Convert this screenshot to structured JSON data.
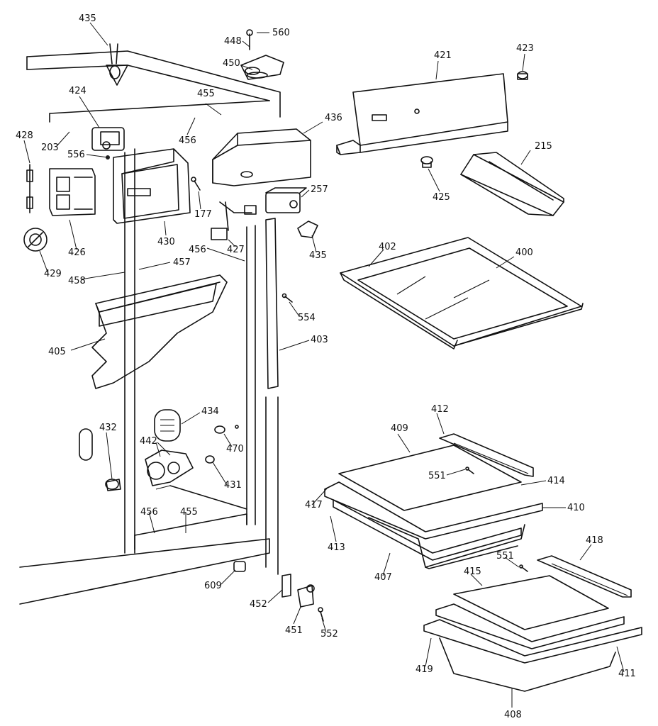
{
  "diagram": {
    "labels": [
      {
        "id": "l435a",
        "text": "435"
      },
      {
        "id": "l448",
        "text": "448"
      },
      {
        "id": "l560",
        "text": "560"
      },
      {
        "id": "l450",
        "text": "450"
      },
      {
        "id": "l421",
        "text": "421"
      },
      {
        "id": "l423",
        "text": "423"
      },
      {
        "id": "l424",
        "text": "424"
      },
      {
        "id": "l455a",
        "text": "455"
      },
      {
        "id": "l436",
        "text": "436"
      },
      {
        "id": "l428",
        "text": "428"
      },
      {
        "id": "l203",
        "text": "203"
      },
      {
        "id": "l456a",
        "text": "456"
      },
      {
        "id": "l556",
        "text": "556"
      },
      {
        "id": "l215",
        "text": "215"
      },
      {
        "id": "l425",
        "text": "425"
      },
      {
        "id": "l257",
        "text": "257"
      },
      {
        "id": "l177",
        "text": "177"
      },
      {
        "id": "l426",
        "text": "426"
      },
      {
        "id": "l430",
        "text": "430"
      },
      {
        "id": "l427",
        "text": "427"
      },
      {
        "id": "l456b",
        "text": "456"
      },
      {
        "id": "l435b",
        "text": "435"
      },
      {
        "id": "l429",
        "text": "429"
      },
      {
        "id": "l402",
        "text": "402"
      },
      {
        "id": "l400",
        "text": "400"
      },
      {
        "id": "l458",
        "text": "458"
      },
      {
        "id": "l457",
        "text": "457"
      },
      {
        "id": "l554",
        "text": "554"
      },
      {
        "id": "l405",
        "text": "405"
      },
      {
        "id": "l403",
        "text": "403"
      },
      {
        "id": "l434",
        "text": "434"
      },
      {
        "id": "l412",
        "text": "412"
      },
      {
        "id": "l432",
        "text": "432"
      },
      {
        "id": "l409",
        "text": "409"
      },
      {
        "id": "l442",
        "text": "442"
      },
      {
        "id": "l470",
        "text": "470"
      },
      {
        "id": "l551a",
        "text": "551"
      },
      {
        "id": "l414",
        "text": "414"
      },
      {
        "id": "l431",
        "text": "431"
      },
      {
        "id": "l417",
        "text": "417"
      },
      {
        "id": "l410",
        "text": "410"
      },
      {
        "id": "l456c",
        "text": "456"
      },
      {
        "id": "l455b",
        "text": "455"
      },
      {
        "id": "l413",
        "text": "413"
      },
      {
        "id": "l407",
        "text": "407"
      },
      {
        "id": "l418",
        "text": "418"
      },
      {
        "id": "l551b",
        "text": "551"
      },
      {
        "id": "l415",
        "text": "415"
      },
      {
        "id": "l609",
        "text": "609"
      },
      {
        "id": "l452",
        "text": "452"
      },
      {
        "id": "l451",
        "text": "451"
      },
      {
        "id": "l552",
        "text": "552"
      },
      {
        "id": "l419",
        "text": "419"
      },
      {
        "id": "l411",
        "text": "411"
      },
      {
        "id": "l408",
        "text": "408"
      }
    ]
  }
}
